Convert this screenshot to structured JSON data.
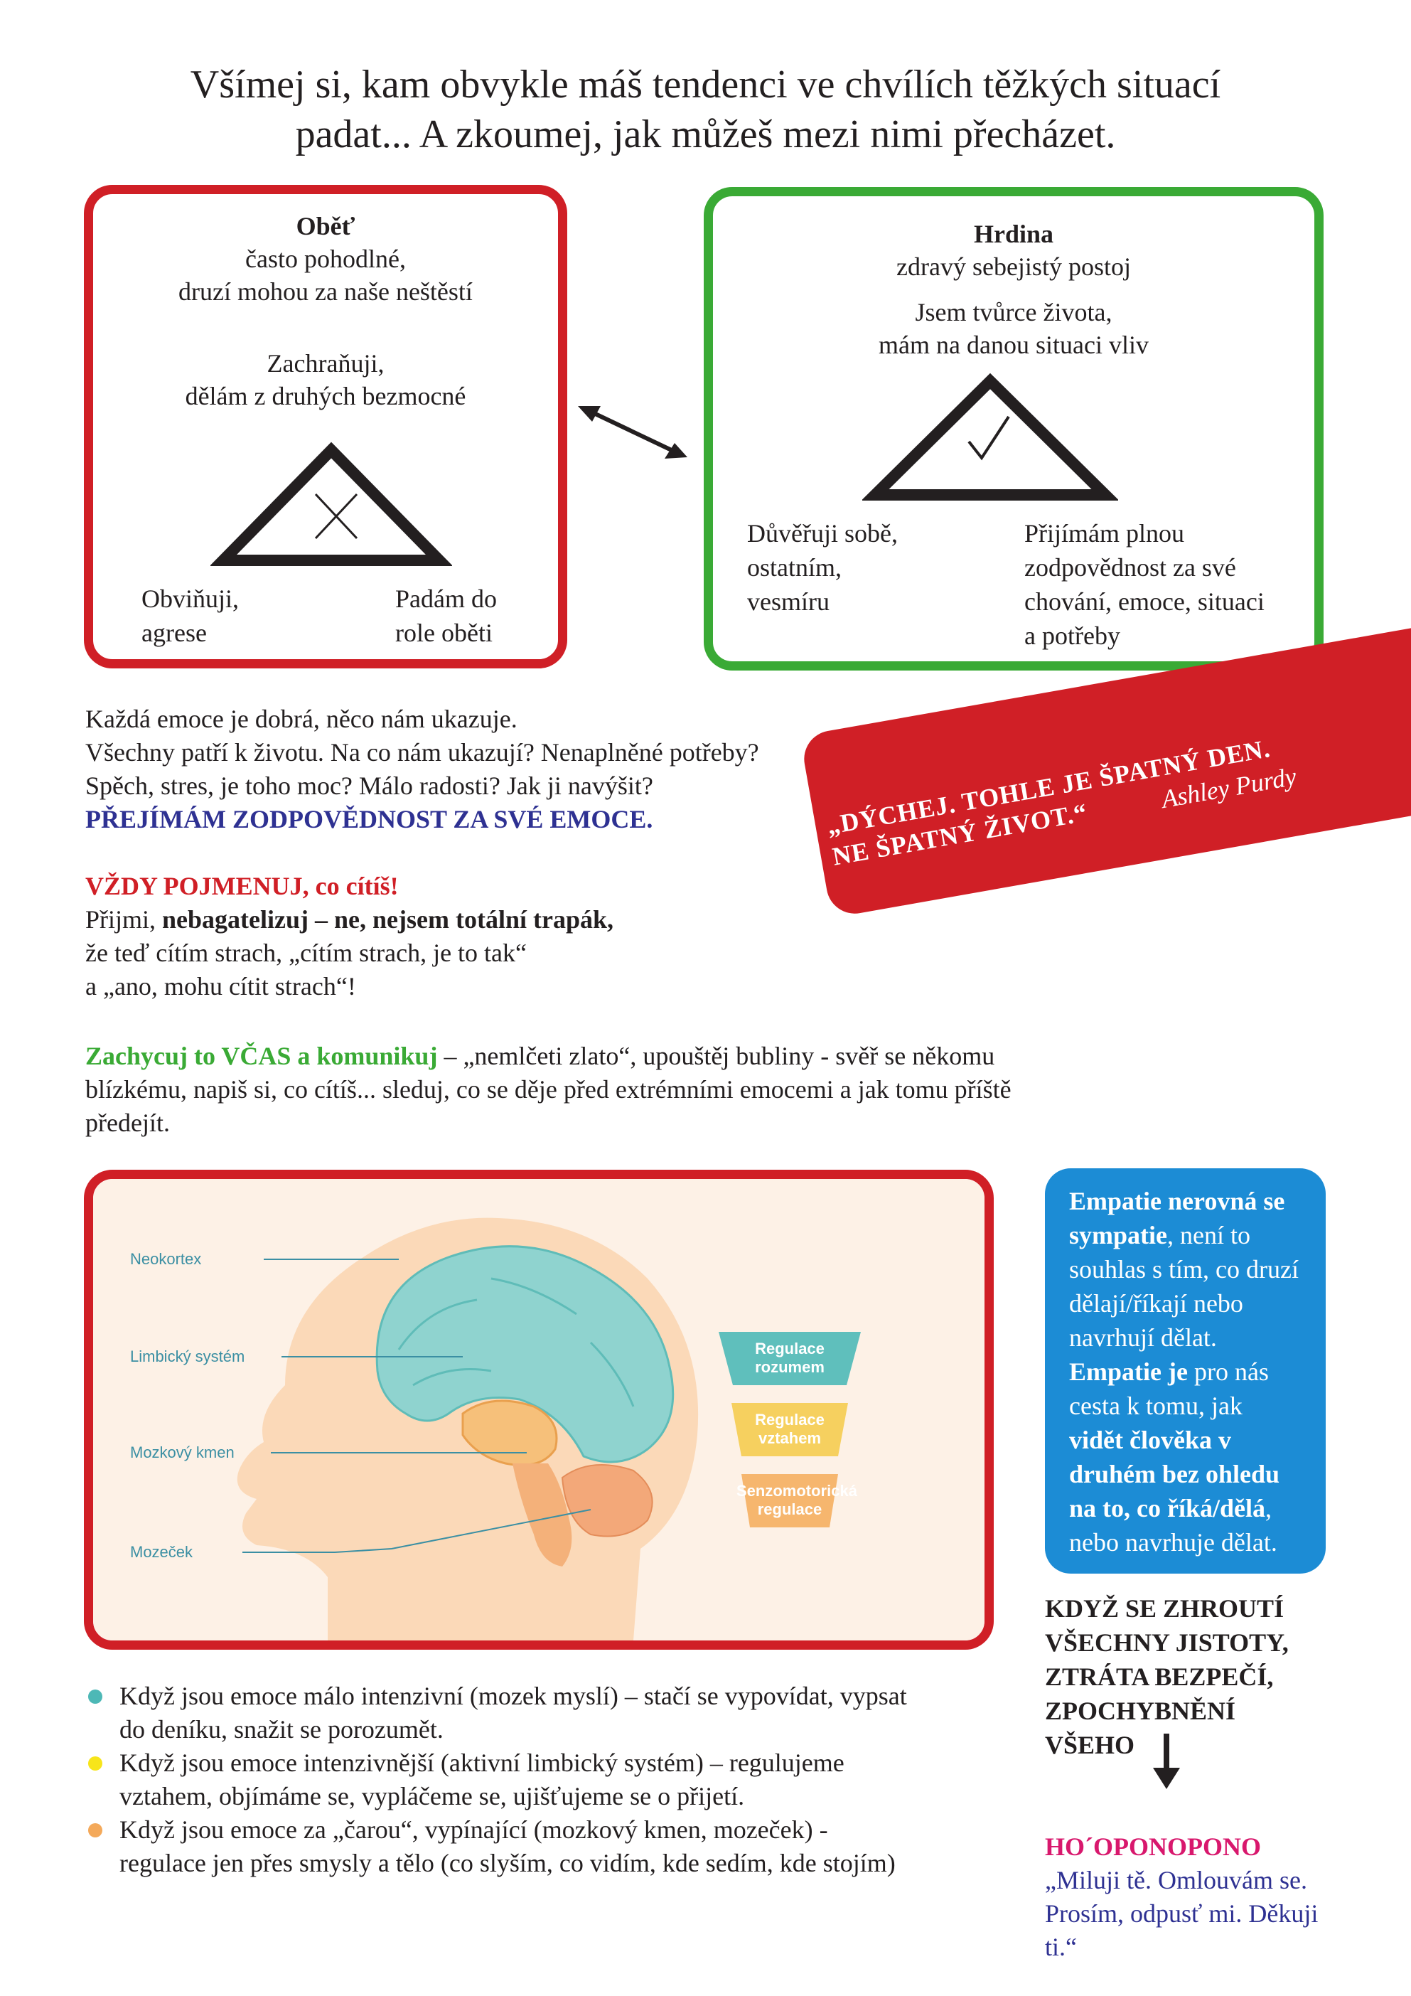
{
  "heading": {
    "line1": "Všímej si, kam obvykle máš tendenci ve chvílích těžkých situací",
    "line2": "padat...  A zkoumej, jak můžeš mezi nimi přecházet."
  },
  "obet": {
    "title": "Oběť",
    "desc1": "často pohodlné,",
    "desc2": "druzí mohou za naše neštěstí",
    "rescue1": "Zachraňuji,",
    "rescue2": "dělám z druhých bezmocné",
    "left1": "Obviňuji,",
    "left2": "agrese",
    "right1": "Padám do",
    "right2": "role oběti"
  },
  "hrdina": {
    "title": "Hrdina",
    "desc": "zdravý sebejistý postoj",
    "creator1": "Jsem tvůrce života,",
    "creator2": "mám na danou situaci vliv",
    "left1": "Důvěřuji sobě,",
    "left2": "ostatním,",
    "left3": "vesmíru",
    "right1": "Přijímám plnou",
    "right2": "zodpovědnost za své",
    "right3": "chování, emoce, situaci",
    "right4": "a potřeby"
  },
  "emotions": {
    "line1": "Každá emoce je dobrá, něco nám ukazuje.",
    "line2": "Všechny patří k životu. Na co nám ukazují? Nenaplněné potřeby?",
    "line3": "Spěch, stres, je toho moc? Málo radosti?  Jak ji navýšit?",
    "responsibility": "PŘEJÍMÁM ZODPOVĚDNOST ZA SVÉ EMOCE.",
    "name_heading": "VŽDY POJMENUJ, co cítíš!",
    "accept_a": "Přijmi, ",
    "accept_b": "nebagatelizuj – ne, nejsem totální trapák,",
    "accept_line2": "že teď cítím strach, „cítím strach, je to tak“",
    "accept_line3": "a „ano, mohu cítit strach“!",
    "catch_heading": "Zachycuj to VČAS a komunikuj",
    "catch_rest": " – „nemlčeti zlato“, upouštěj bubliny - svěř se někomu",
    "catch_line2": "blízkému, napiš si, co cítíš... sleduj, co se děje před extrémními emocemi a jak tomu příště",
    "catch_line3": "předejít."
  },
  "banner": {
    "quote_line1": "„DÝCHEJ. TOHLE JE ŠPATNÝ DEN.",
    "quote_line2": "NE ŠPATNÝ ŽIVOT.“",
    "author": "Ashley Purdy"
  },
  "brain": {
    "labels": [
      "Neokortex",
      "Limbický systém",
      "Mozkový kmen",
      "Mozeček"
    ],
    "funnel": [
      "Regulace rozumem",
      "Regulace vztahem",
      "Senzomotorická regulace"
    ]
  },
  "empatie": {
    "p1": "Empatie nerovná se sympatie",
    "p2": ", není to souhlas s tím, co druzí dělají/říkají nebo navrhují dělat. ",
    "p3": "Empatie je",
    "p4": " pro nás cesta k tomu, jak ",
    "p5": "vidět člověka v druhém bez ohledu na to, co říká/dělá",
    "p6": ", nebo navrhuje dělat."
  },
  "collapse": {
    "line1": "KDYŽ SE ZHROUTÍ",
    "line2": "VŠECHNY JISTOTY,",
    "line3": "ZTRÁTA BEZPEČÍ,",
    "line4": "ZPOCHYBNĚNÍ",
    "line5": "VŠEHO"
  },
  "hooponopono": {
    "title": "HO´OPONOPONO",
    "line1": "„Miluji tě. Omlouvám se.",
    "line2": "Prosím, odpusť mi. Děkuji",
    "line3": "ti.“"
  },
  "bullets": [
    {
      "color": "#4db8b6",
      "line1": "Když jsou emoce málo intenzivní (mozek myslí) – stačí se vypovídat, vypsat",
      "line2": "do deníku, snažit se porozumět."
    },
    {
      "color": "#f7e51a",
      "line1": "Když jsou emoce intenzivnější (aktivní limbický systém) – regulujeme",
      "line2": "vztahem,  objímáme se, vypláčeme se, ujišťujeme se o přijetí."
    },
    {
      "color": "#f4a95a",
      "line1": "Když jsou emoce za „čarou“, vypínající (mozkový kmen, mozeček) -",
      "line2": "regulace jen přes smysly a tělo (co slyším, co vidím, kde sedím, kde stojím)"
    }
  ]
}
